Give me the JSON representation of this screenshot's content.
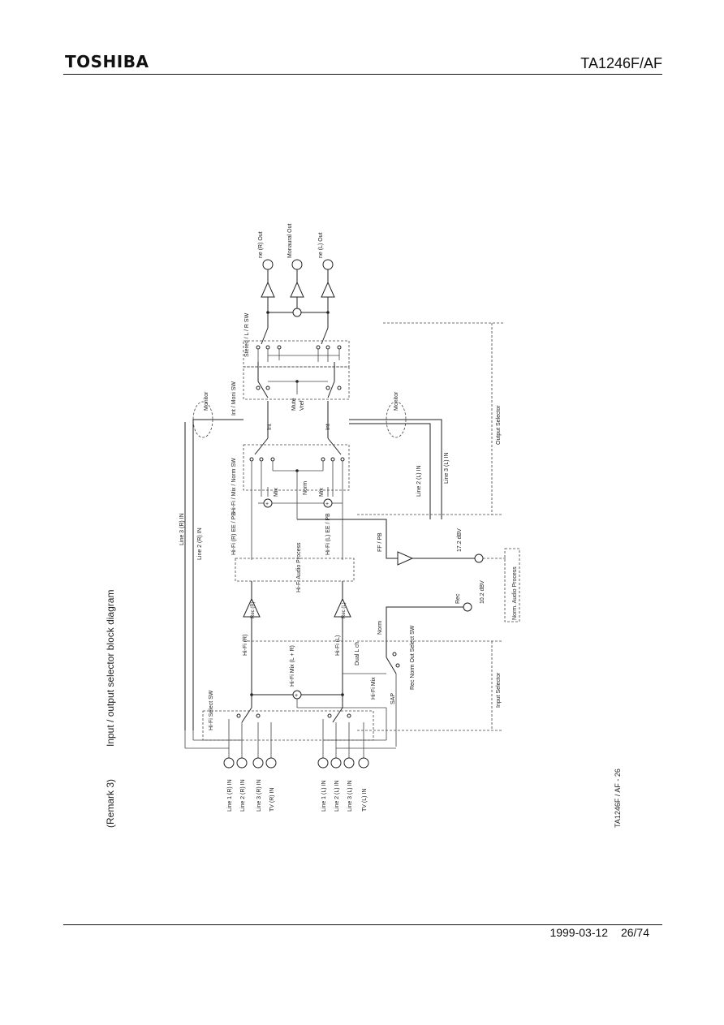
{
  "header": {
    "brand": "TOSHIBA",
    "part_number": "TA1246F/AF"
  },
  "remark": {
    "label": "(Remark 3)",
    "title": "Input / output selector block diagram"
  },
  "page_code": "TA1246F / AF - 26",
  "footer": {
    "date": "1999-03-12",
    "page": "26/74"
  },
  "diagram": {
    "outputs": {
      "r_out": "ne (R) Out",
      "monaural_out": "Monaural Out",
      "l_out": "ne (L) Out"
    },
    "switches": {
      "stereo_lr": "Stereo / L / R SW",
      "int_moni": "Int / Moni SW",
      "hifi_mix_norm": "Hi-Fi / Mix / Norm SW",
      "hifi_select": "Hi-Fi Select SW",
      "rec_norm_out": "Rec Norm Out Select SW"
    },
    "labels": {
      "monitor_r": "Monitor",
      "monitor_l": "Monitor",
      "int_r": "Int",
      "int_l": "Int",
      "mute": "Mute",
      "vref": "Vref",
      "mix_r": "Mix",
      "mix_l": "Mix",
      "norm": "Norm",
      "norm_2": "Norm",
      "hifi_pb_r": "Hi-Fi (R) EE / PB",
      "hifi_pb_l": "Hi-Fi (L) EE / PB",
      "ff_pb": "FF / PB",
      "hifi_audio_process": "Hi-Fi Audio Process",
      "rec_r": "Rec (R)",
      "rec_l": "Rec (L)",
      "hifi_r": "Hi-Fi (R)",
      "hifi_l": "Hi-Fi (L)",
      "hifi_mix": "Hi-Fi Mix (L + R)",
      "dual_l_ch": "Dual L ch",
      "hifi_mix_2": "Hi-Fi Mix",
      "sap": "SAP",
      "norm_17": "17.2 dBV",
      "norm_10": "10.2 dBV",
      "norm_audio_process": "Norm. Audio Process",
      "rec": "Rec",
      "output_selector": "Output Selector",
      "input_selector": "Input Selector",
      "line3_r_in": "Line 3 (R) IN",
      "line2_r_in": "Line 2 (R) IN",
      "line2_l_in": "Line 2 (L) IN",
      "line3_l_in": "Line 3 (L) IN"
    },
    "inputs_r": [
      "Line 1 (R) IN",
      "Line 2 (R) IN",
      "Line 3 (R) IN",
      "TV (R) IN"
    ],
    "inputs_l": [
      "Line 1 (L) IN",
      "Line 2 (L) IN",
      "Line 3 (L) IN",
      "TV (L) IN"
    ]
  }
}
